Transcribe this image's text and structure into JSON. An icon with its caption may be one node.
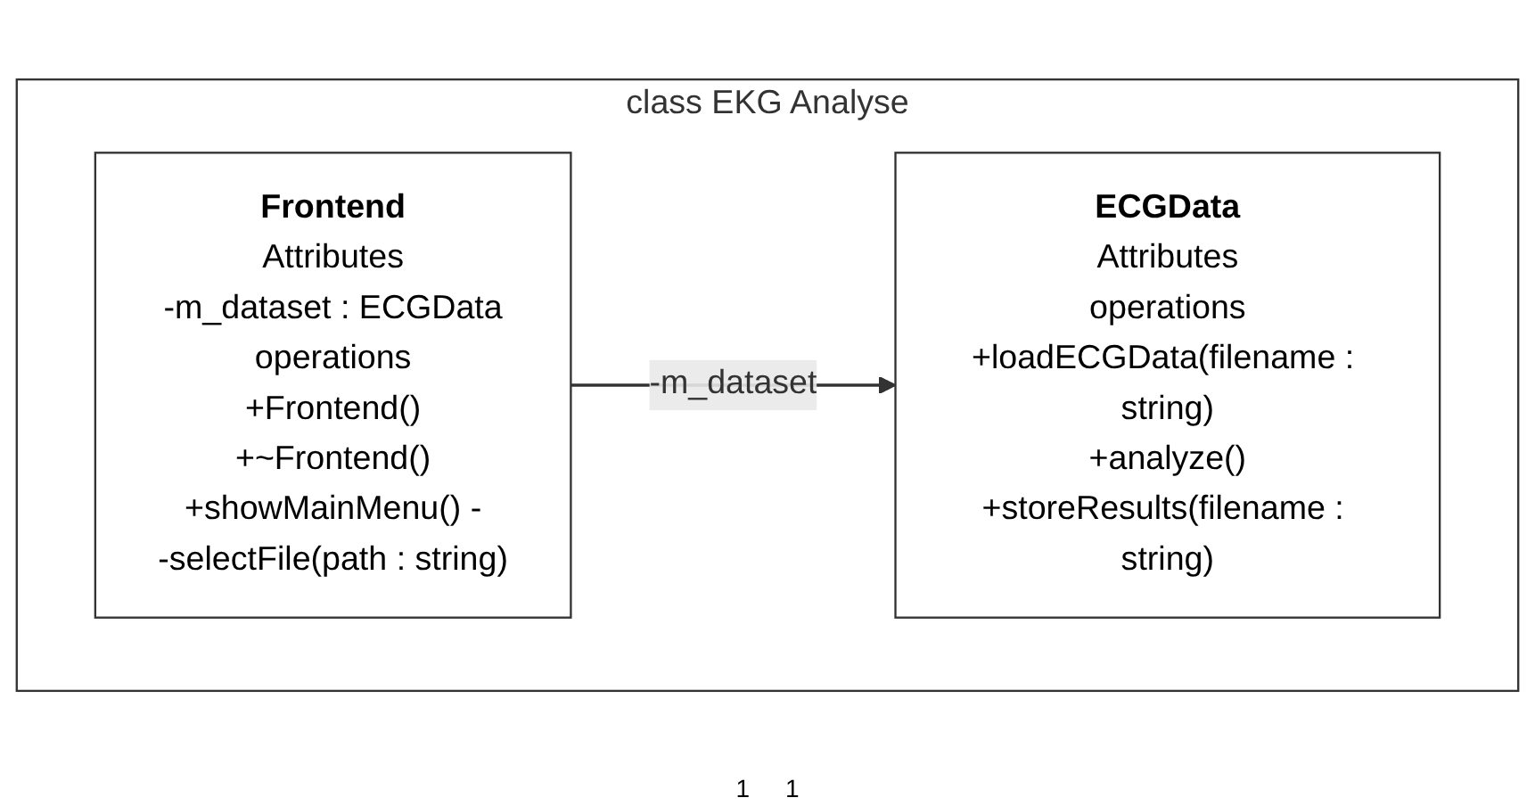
{
  "diagram": {
    "nodes": [
      {
        "text": [
          "class EKG Analyse"
        ]
      },
      {
        "text": [
          "Frontend",
          "Attributes",
          "-m_dataset : ECGData",
          "operations",
          "+Frontend()",
          "+~Frontend()",
          "+showMainMenu() -",
          "-selectFile(path : string)"
        ],
        "in": 0
      },
      {
        "text": [
          "ECGData",
          "Attributes",
          "operations",
          "+loadECGData(filename : string)",
          "+analyze()",
          "+storeResults(filename : string)"
        ],
        "in": 0
      }
    ],
    "edges": [
      {
        "from": 1,
        "to": 2,
        "arrow": "to",
        "label": "-m_dataset"
      }
    ],
    "labels": [
      "1",
      "1"
    ]
  }
}
